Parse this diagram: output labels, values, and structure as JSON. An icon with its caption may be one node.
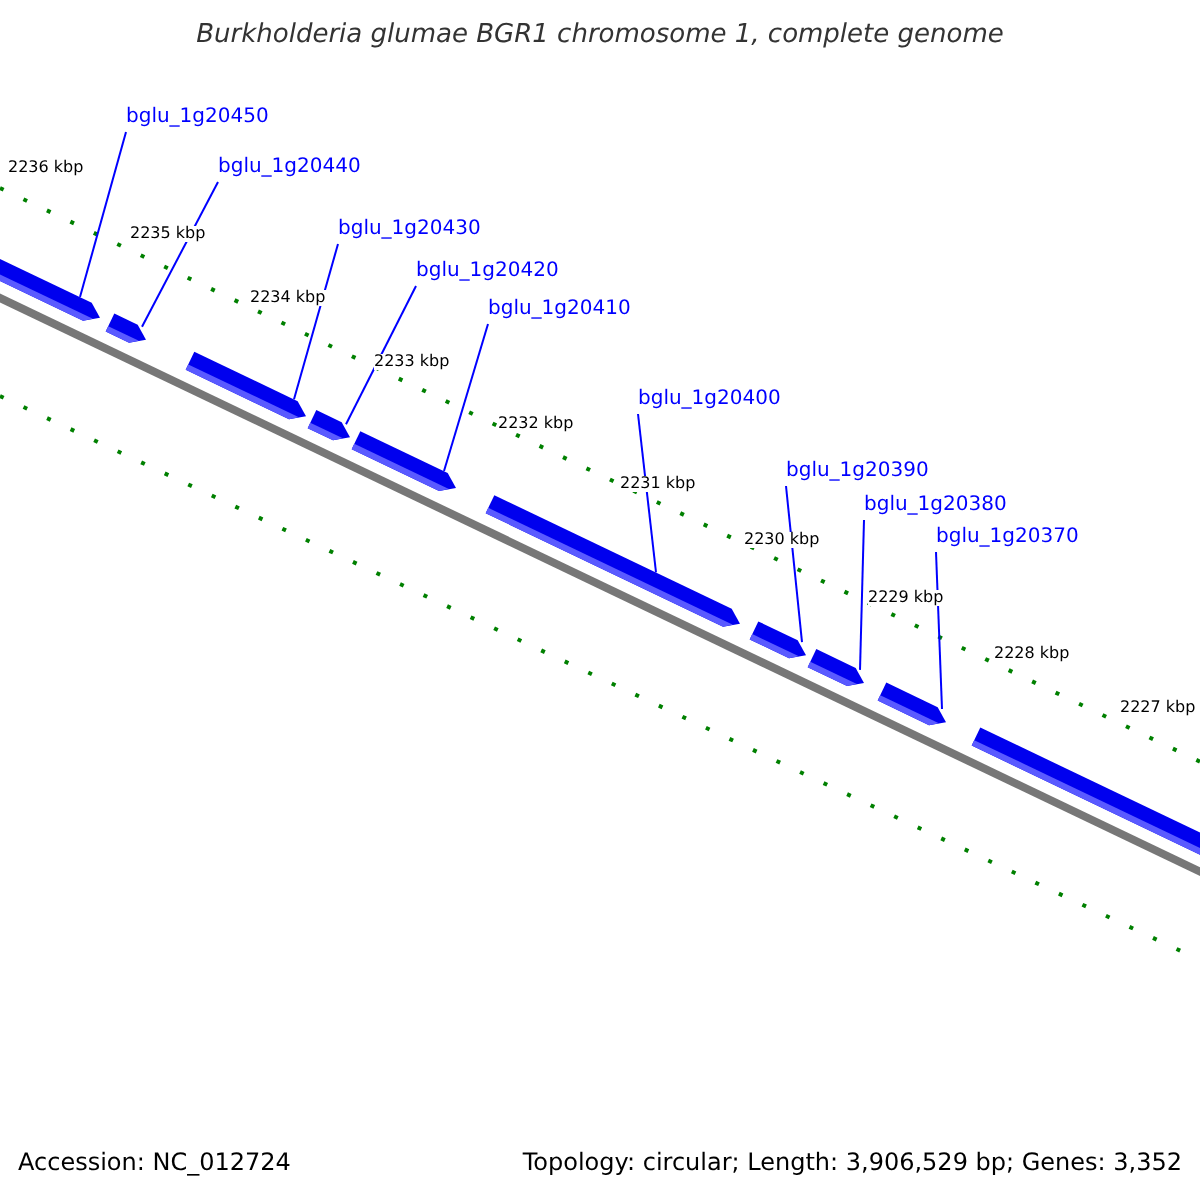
{
  "diagram": {
    "title": "Burkholderia glumae BGR1 chromosome 1, complete genome",
    "nodes": [
      {
        "text": [
          "bglu_1g20450"
        ]
      },
      {
        "text": [
          "bglu_1g20440"
        ]
      },
      {
        "text": [
          "bglu_1g20430"
        ]
      },
      {
        "text": [
          "bglu_1g20420"
        ]
      },
      {
        "text": [
          "bglu_1g20410"
        ]
      },
      {
        "text": [
          "bglu_1g20400"
        ]
      },
      {
        "text": [
          "bglu_1g20390"
        ]
      },
      {
        "text": [
          "bglu_1g20380"
        ]
      },
      {
        "text": [
          "bglu_1g20370"
        ]
      },
      {
        "text": [],
        "shape": "arrow"
      },
      {
        "text": [],
        "shape": "arrow"
      },
      {
        "text": [],
        "shape": "arrow"
      },
      {
        "text": [],
        "shape": "arrow"
      },
      {
        "text": [],
        "shape": "arrow"
      },
      {
        "text": [],
        "shape": "arrow"
      },
      {
        "text": [],
        "shape": "arrow"
      },
      {
        "text": [],
        "shape": "arrow"
      },
      {
        "text": [],
        "shape": "arrow"
      },
      {
        "text": [],
        "shape": "arrow"
      }
    ],
    "edges": [
      {
        "from": 0,
        "to": 9,
        "arrow": "none"
      },
      {
        "from": 1,
        "to": 10,
        "arrow": "none"
      },
      {
        "from": 2,
        "to": 11,
        "arrow": "none"
      },
      {
        "from": 3,
        "to": 12,
        "arrow": "none"
      },
      {
        "from": 4,
        "to": 13,
        "arrow": "none"
      },
      {
        "from": 5,
        "to": 14,
        "arrow": "none"
      },
      {
        "from": 6,
        "to": 15,
        "arrow": "none"
      },
      {
        "from": 7,
        "to": 16,
        "arrow": "none"
      },
      {
        "from": 8,
        "to": 17,
        "arrow": "none"
      }
    ],
    "labels": [
      "2236 kbp",
      "2235 kbp",
      "2234 kbp",
      "2233 kbp",
      "2232 kbp",
      "2231 kbp",
      "2230 kbp",
      "2229 kbp",
      "2228 kbp",
      "2227 kbp",
      "Accession: NC_012724",
      "Topology: circular; Length: 3,906,529 bp; Genes: 3,352"
    ]
  }
}
